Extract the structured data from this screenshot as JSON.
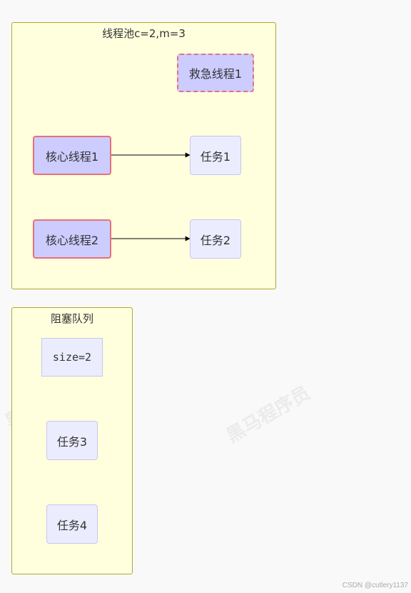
{
  "pool": {
    "title": "线程池c=2,m=3",
    "emergency_thread": "救急线程1",
    "core_threads": [
      "核心线程1",
      "核心线程2"
    ],
    "tasks": [
      "任务1",
      "任务2"
    ]
  },
  "queue": {
    "title": "阻塞队列",
    "size_label": "size=2",
    "tasks": [
      "任务3",
      "任务4"
    ]
  },
  "watermark": "黑马程序员",
  "credit": "CSDN @cutlery1137",
  "colors": {
    "cluster_fill": "#ffffde",
    "cluster_border": "#aaaa33",
    "node_fill": "#ccccff",
    "node_border_highlight": "#e8707a",
    "task_fill": "#ececff"
  }
}
